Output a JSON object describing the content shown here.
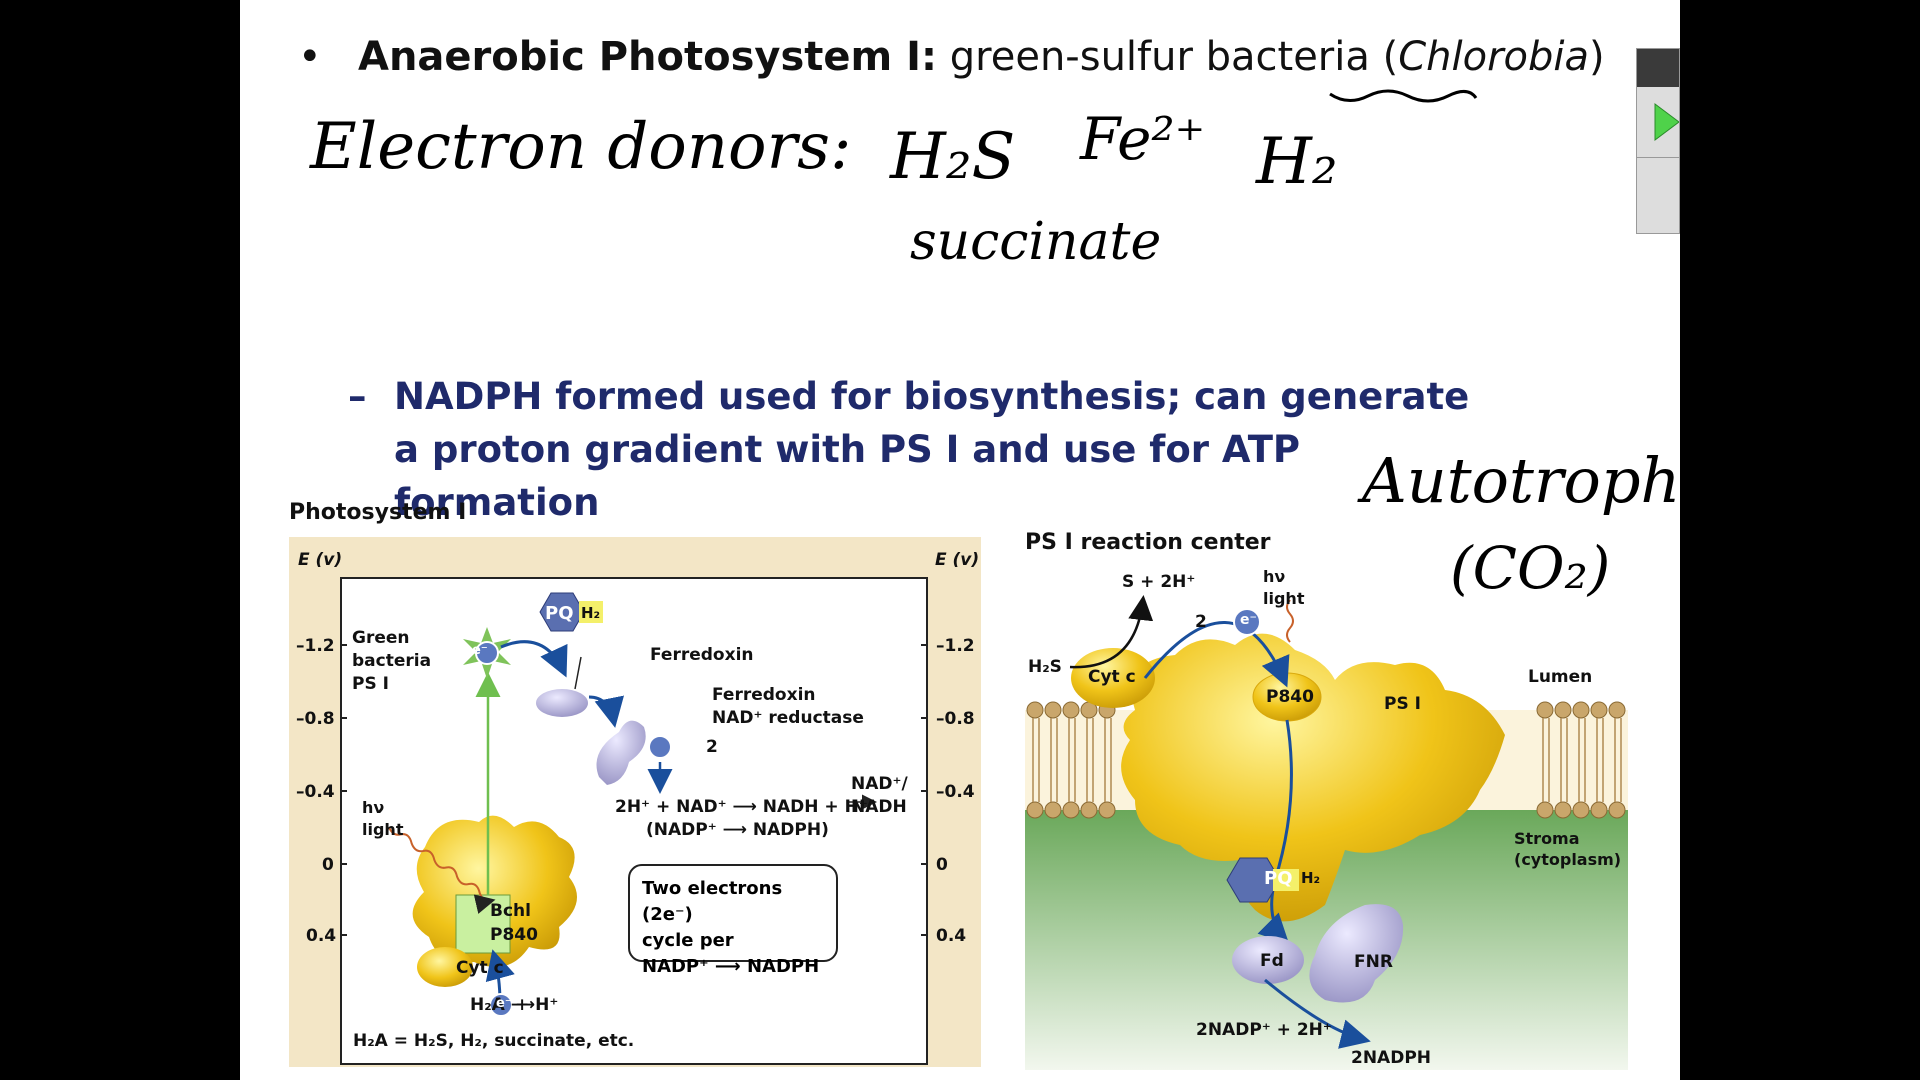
{
  "slide": {
    "bullet": {
      "dot": "•",
      "bold_part": "Anaerobic Photosystem I:",
      "normal_part": " green-sulfur bacteria (",
      "italic_part": "Chlorobia",
      "end_part": ")"
    },
    "sub_bullet": {
      "dash": "–",
      "text": "NADPH formed used for biosynthesis; can generate a proton gradient with PS I and use for ATP formation"
    },
    "handwriting": {
      "line1": "Electron donors:",
      "h2s": "H₂S",
      "fe": "Fe²⁺",
      "h2": "H₂",
      "succinate": "succinate",
      "autotrophs": "Autotrophs",
      "co2": "(CO₂)"
    }
  },
  "left_figure": {
    "title": "Photosystem I",
    "axis_label": "E (v)",
    "ticks": [
      "–1.2",
      "–0.8",
      "–0.4",
      "0",
      "0.4"
    ],
    "green_bacteria": "Green bacteria PS I",
    "green_bacteria_lines": [
      "Green",
      "bacteria",
      "PS I"
    ],
    "pq": "PQ",
    "h2_sub": "H₂",
    "ferredoxin": "Ferredoxin",
    "fnr_lines": [
      "Ferredoxin",
      "NAD⁺ reductase"
    ],
    "two_e": "2",
    "e_minus": "e⁻",
    "reaction1": "2H⁺ + NAD⁺ ⟶ NADH + H⁺",
    "reaction2": "(NADP⁺ ⟶ NADPH)",
    "nad_lines": [
      "NAD⁺/",
      "NADH"
    ],
    "hv_lines": [
      "hν",
      "light"
    ],
    "bchl_lines": [
      "Bchl",
      "P840"
    ],
    "cytc": "Cyt c",
    "h2a_reaction": "H₂A ⟶",
    "h_plus": "+ H⁺",
    "footer": "H₂A = H₂S, H₂, succinate, etc.",
    "box_lines": [
      "Two electrons (2e⁻)",
      "cycle per",
      "NADP⁺ ⟶ NADPH"
    ]
  },
  "right_figure": {
    "title": "PS I reaction center",
    "s_reaction": "S + 2H⁺",
    "hv_lines": [
      "hν",
      "light"
    ],
    "two_e": "2",
    "e_minus": "e⁻",
    "h2s": "H₂S",
    "cytc": "Cyt c",
    "p840": "P840",
    "psi": "PS I",
    "lumen": "Lumen",
    "stroma_lines": [
      "Stroma",
      "(cytoplasm)"
    ],
    "pq": "PQ",
    "h2_sub": "H₂",
    "fd": "Fd",
    "fnr": "FNR",
    "nadp_in": "2NADP⁺ + 2H⁺",
    "nadph_out": "2NADPH"
  },
  "colors": {
    "title_blue": "#1f2a6b",
    "panel_tan": "#f3e6c6",
    "protein_yellow": "#f0c419",
    "protein_lavender": "#b9b6dd",
    "arrow_blue": "#1a4f9c",
    "arrow_green": "#6fbf4f",
    "stroma_green": "#8cc27a",
    "pq_blue": "#5a6fb0"
  }
}
